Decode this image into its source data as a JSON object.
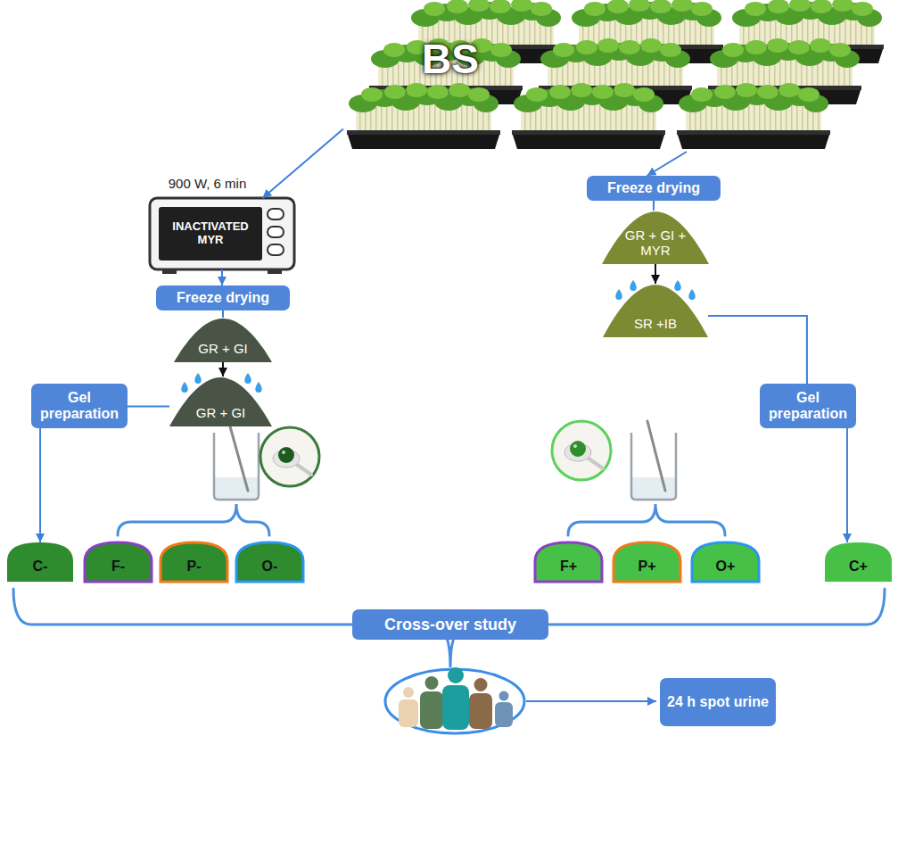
{
  "diagram": {
    "nodes": [
      {
        "text": [
          "BS"
        ]
      },
      {
        "text": [
          "INACTIVATED MYR"
        ]
      },
      {
        "text": [
          "Freeze drying"
        ]
      },
      {
        "text": [
          "GR + GI"
        ]
      },
      {
        "text": [
          "GR + GI"
        ]
      },
      {
        "text": [
          "Freeze drying"
        ]
      },
      {
        "text": [
          "GR + GI + MYR"
        ]
      },
      {
        "text": [
          "SR +IB"
        ]
      },
      {
        "text": [
          "Gel preparation"
        ]
      },
      {
        "text": [
          "Gel preparation"
        ]
      },
      {
        "text": [
          "C-"
        ]
      },
      {
        "text": [
          "F-"
        ]
      },
      {
        "text": [
          "P-"
        ]
      },
      {
        "text": [
          "O-"
        ]
      },
      {
        "text": [
          "F+"
        ]
      },
      {
        "text": [
          "P+"
        ]
      },
      {
        "text": [
          "O+"
        ]
      },
      {
        "text": [
          "C+"
        ]
      },
      {
        "text": [
          "Cross-over study"
        ]
      },
      {
        "text": [
          "24 h spot urine"
        ]
      }
    ],
    "edges": [
      {
        "from": 0,
        "to": 1,
        "arrow": "to"
      },
      {
        "from": 0,
        "to": 5,
        "arrow": "to"
      },
      {
        "from": 1,
        "to": 2,
        "arrow": "to"
      },
      {
        "from": 2,
        "to": 3,
        "arrow": "none"
      },
      {
        "from": 3,
        "to": 4,
        "arrow": "to"
      },
      {
        "from": 5,
        "to": 6,
        "arrow": "none"
      },
      {
        "from": 6,
        "to": 7,
        "arrow": "to"
      },
      {
        "from": 4,
        "to": 8,
        "arrow": "none"
      },
      {
        "from": 8,
        "to": 10,
        "arrow": "to"
      },
      {
        "from": 7,
        "to": 9,
        "arrow": "none"
      },
      {
        "from": 9,
        "to": 17,
        "arrow": "to"
      }
    ],
    "labels": [
      "900 W, 6 min"
    ]
  }
}
